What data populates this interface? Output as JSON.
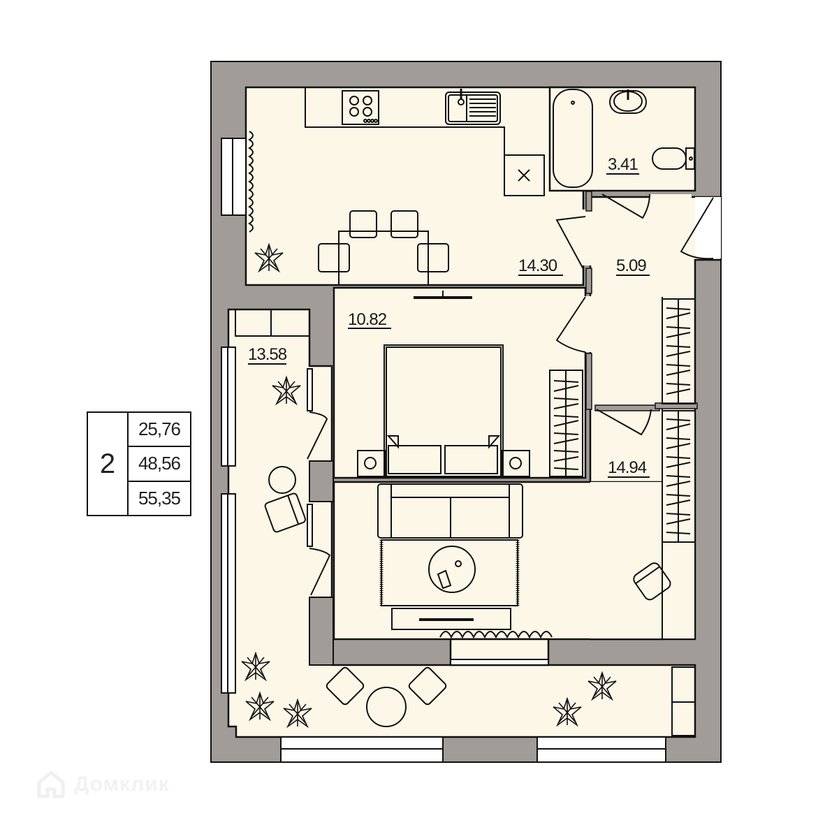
{
  "plan": {
    "rooms": [
      {
        "id": "kitchen",
        "area": "14.30"
      },
      {
        "id": "bathroom",
        "area": "3.41"
      },
      {
        "id": "hallway",
        "area": "5.09"
      },
      {
        "id": "bedroom",
        "area": "10.82"
      },
      {
        "id": "balcony",
        "area": "13.58"
      },
      {
        "id": "living-room",
        "area": "14.94"
      }
    ],
    "colors": {
      "wall": "#a19c97",
      "floor": "#fdf7e8",
      "line": "#111111",
      "window": "#ffffff"
    }
  },
  "summary": {
    "rooms_count": "2",
    "living_area": "25,76",
    "total_area": "48,56",
    "total_area_with_balcony": "55,35"
  },
  "watermark": {
    "text": "Домклик"
  }
}
